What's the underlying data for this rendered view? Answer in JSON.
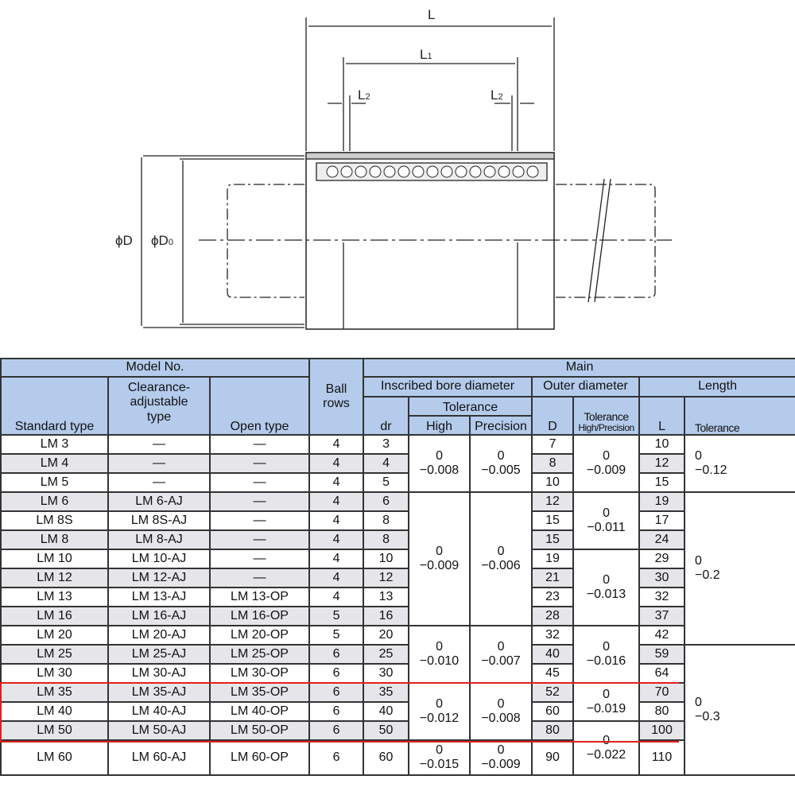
{
  "drawing": {
    "labels": {
      "L": "L",
      "L1": "L",
      "L1_sub": "1",
      "L2a": "L",
      "L2a_sub": "2",
      "L2b": "L",
      "L2b_sub": "2",
      "D": "ϕD",
      "D0": "ϕD",
      "D0_sub": "0"
    }
  },
  "header": {
    "model_no": "Model No.",
    "main": "Main",
    "standard_type": "Standard type",
    "clearance_type": "Clearance-\nadjustable\ntype",
    "open_type": "Open type",
    "ball_rows": "Ball\nrows",
    "bore": "Inscribed bore diameter",
    "outer": "Outer diameter",
    "length": "Length",
    "dr": "dr",
    "tolerance": "Tolerance",
    "high": "High",
    "precision": "Precision",
    "D": "D",
    "outer_tol": "Tolerance",
    "outer_tol_sub": "High/Precision",
    "L": "L",
    "length_tol": "Tolerance"
  },
  "rows": [
    [
      "LM 3",
      "—",
      "—",
      "4",
      "3",
      "7",
      "10"
    ],
    [
      "LM 4",
      "—",
      "—",
      "4",
      "4",
      "8",
      "12"
    ],
    [
      "LM 5",
      "—",
      "—",
      "4",
      "5",
      "10",
      "15"
    ],
    [
      "LM 6",
      "LM 6-AJ",
      "—",
      "4",
      "6",
      "12",
      "19"
    ],
    [
      "LM 8S",
      "LM 8S-AJ",
      "—",
      "4",
      "8",
      "15",
      "17"
    ],
    [
      "LM 8",
      "LM 8-AJ",
      "—",
      "4",
      "8",
      "15",
      "24"
    ],
    [
      "LM 10",
      "LM 10-AJ",
      "—",
      "4",
      "10",
      "19",
      "29"
    ],
    [
      "LM 12",
      "LM 12-AJ",
      "—",
      "4",
      "12",
      "21",
      "30"
    ],
    [
      "LM 13",
      "LM 13-AJ",
      "LM 13-OP",
      "4",
      "13",
      "23",
      "32"
    ],
    [
      "LM 16",
      "LM 16-AJ",
      "LM 16-OP",
      "5",
      "16",
      "28",
      "37"
    ],
    [
      "LM 20",
      "LM 20-AJ",
      "LM 20-OP",
      "5",
      "20",
      "32",
      "42"
    ],
    [
      "LM 25",
      "LM 25-AJ",
      "LM 25-OP",
      "6",
      "25",
      "40",
      "59"
    ],
    [
      "LM 30",
      "LM 30-AJ",
      "LM 30-OP",
      "6",
      "30",
      "45",
      "64"
    ],
    [
      "LM 35",
      "LM 35-AJ",
      "LM 35-OP",
      "6",
      "35",
      "52",
      "70"
    ],
    [
      "LM 40",
      "LM 40-AJ",
      "LM 40-OP",
      "6",
      "40",
      "60",
      "80"
    ],
    [
      "LM 50",
      "LM 50-AJ",
      "LM 50-OP",
      "6",
      "50",
      "80",
      "100"
    ],
    [
      "LM 60",
      "LM 60-AJ",
      "LM 60-OP",
      "6",
      "60",
      "90",
      "110"
    ]
  ],
  "shaded_rows": [
    1,
    3,
    5,
    7,
    9,
    11,
    13,
    15
  ],
  "bore_tolerance_groups": [
    {
      "start": 0,
      "span": 3,
      "high": "0\n−0.008",
      "precision": "0\n−0.005"
    },
    {
      "start": 3,
      "span": 7,
      "high": "0\n−0.009",
      "precision": "0\n−0.006"
    },
    {
      "start": 10,
      "span": 3,
      "high": "0\n−0.010",
      "precision": "0\n−0.007"
    },
    {
      "start": 13,
      "span": 3,
      "high": "0\n−0.012",
      "precision": "0\n−0.008"
    },
    {
      "start": 16,
      "span": 1,
      "high": "0\n−0.015",
      "precision": "0\n−0.009"
    }
  ],
  "outer_tolerance_groups": [
    {
      "start": 0,
      "span": 3,
      "value": "0\n−0.009"
    },
    {
      "start": 3,
      "span": 3,
      "value": "0\n−0.011"
    },
    {
      "start": 6,
      "span": 4,
      "value": "0\n−0.013"
    },
    {
      "start": 10,
      "span": 3,
      "value": "0\n−0.016"
    },
    {
      "start": 13,
      "span": 2,
      "value": "0\n−0.019"
    },
    {
      "start": 15,
      "span": 2,
      "value": "0\n−0.022"
    }
  ],
  "length_tolerance_groups": [
    {
      "start": 0,
      "span": 3,
      "value": "0\n−0.12"
    },
    {
      "start": 3,
      "span": 8,
      "value": "0\n−0.2"
    },
    {
      "start": 11,
      "span": 6,
      "value": "0\n−0.3"
    }
  ],
  "highlight": {
    "color": "#e02020",
    "rows": [
      "LM 35",
      "LM 40",
      "LM 50"
    ]
  }
}
